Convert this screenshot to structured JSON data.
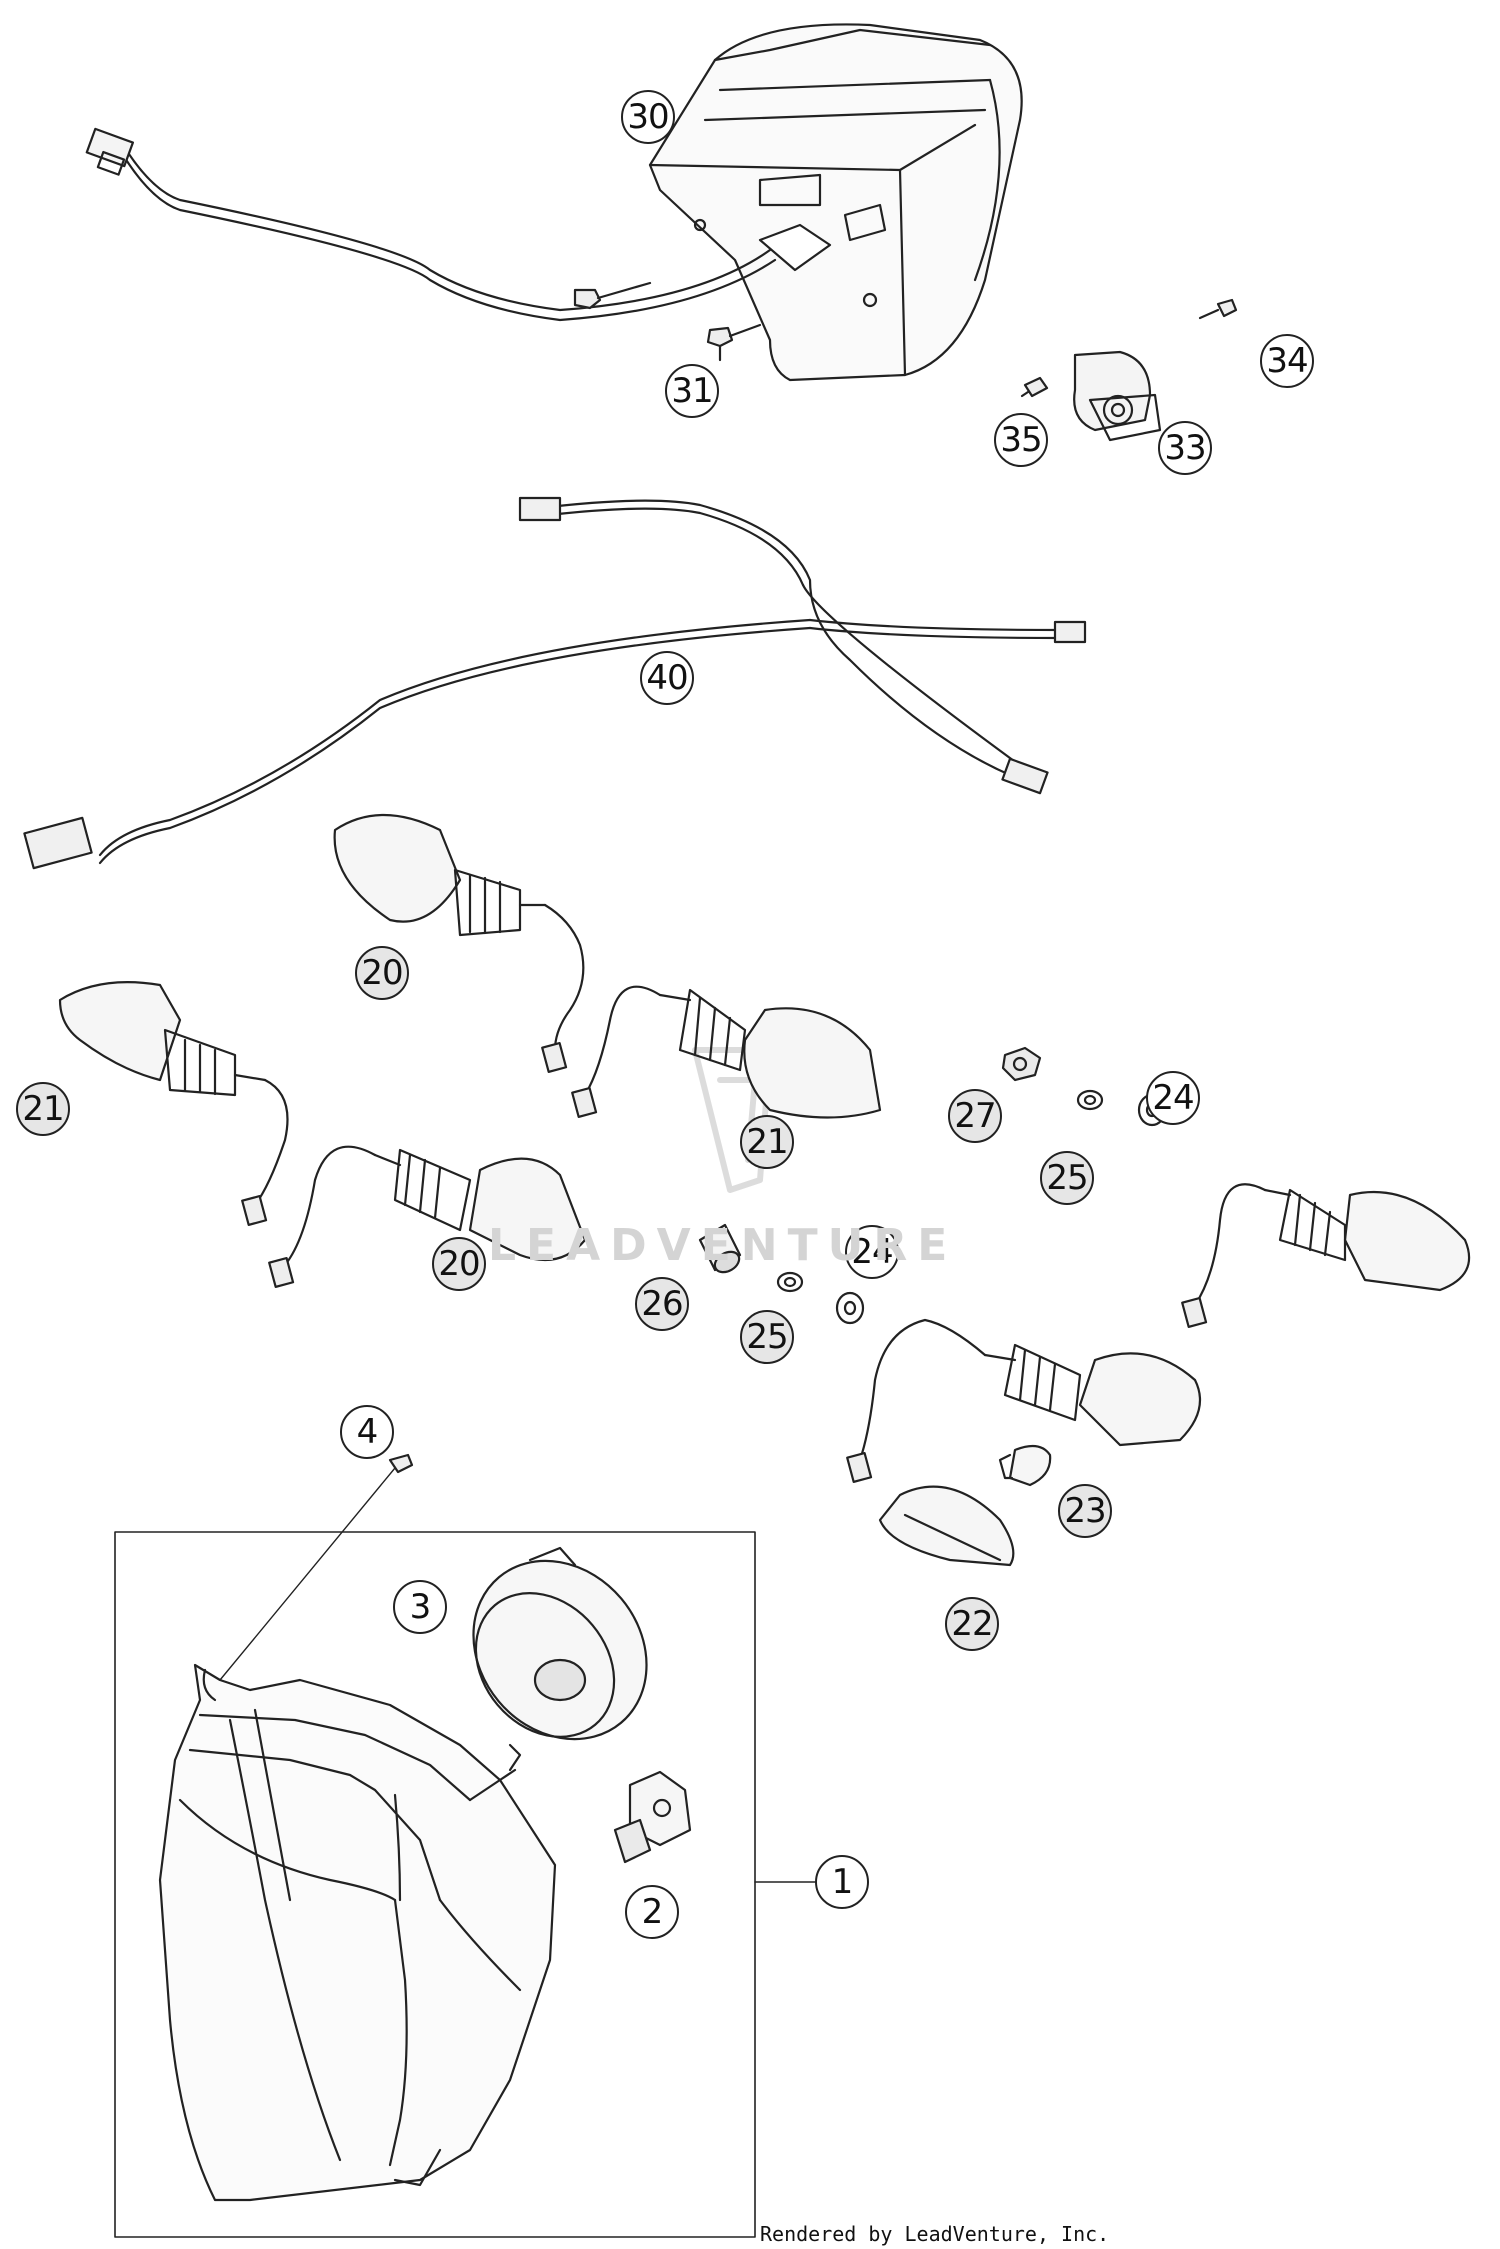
{
  "diagram": {
    "callouts": {
      "c30": "30",
      "c31": "31",
      "c33": "33",
      "c34": "34",
      "c35": "35",
      "c40": "40",
      "c20a": "20",
      "c20b": "20",
      "c21a": "21",
      "c21b": "21",
      "c27": "27",
      "c24a": "24",
      "c25a": "25",
      "c26": "26",
      "c24b": "24",
      "c25b": "25",
      "c23": "23",
      "c22": "22",
      "c4": "4",
      "c3": "3",
      "c2": "2",
      "c1": "1"
    },
    "watermark": "LEADVENTURE",
    "credit": "Rendered by LeadVenture, Inc."
  }
}
